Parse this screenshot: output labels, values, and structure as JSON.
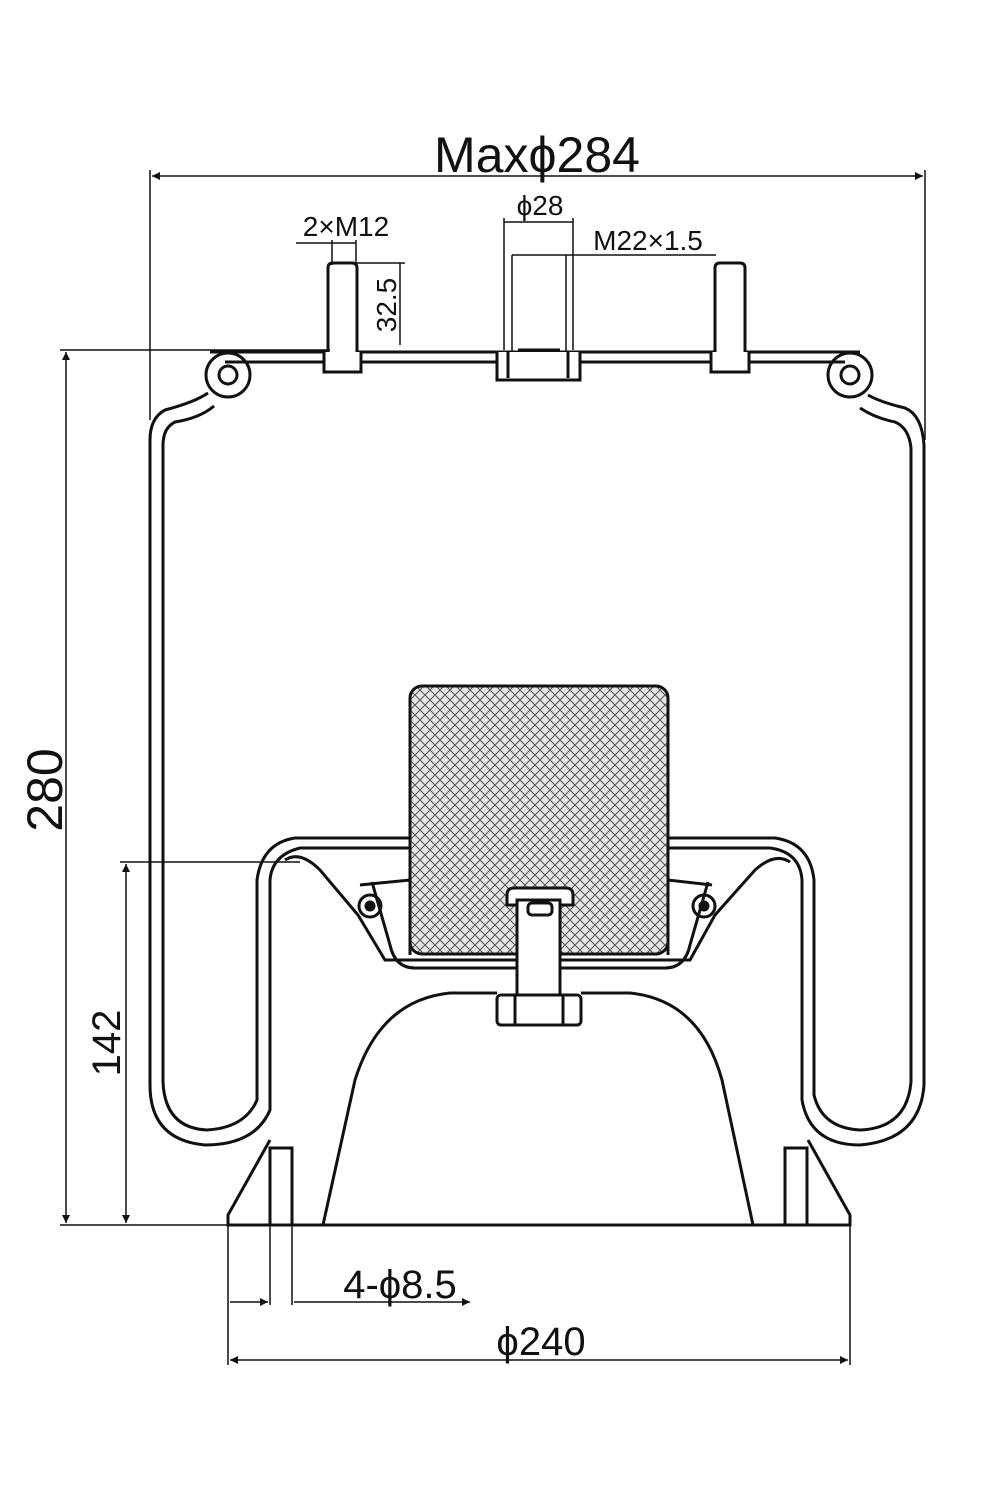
{
  "drawing": {
    "stroke_color": "#111111",
    "background": "#ffffff",
    "dimensions": {
      "max_diameter": "Maxϕ284",
      "stud_thread": "2×M12",
      "center_diameter": "ϕ28",
      "center_thread": "M22×1.5",
      "stud_length": "32.5",
      "total_height": "280",
      "lower_height": "142",
      "holes": "4-ϕ8.5",
      "base_diameter": "ϕ240"
    }
  }
}
